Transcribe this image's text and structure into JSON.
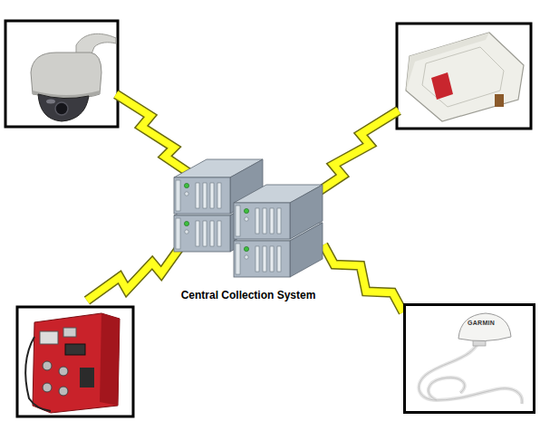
{
  "diagram": {
    "nodes": [
      {
        "text": [
          "Central Collection System"
        ]
      },
      {
        "text": [
          "GARMIN"
        ]
      }
    ],
    "edges": [
      {
        "from": 0,
        "to": 1,
        "arrow": "none"
      }
    ]
  }
}
